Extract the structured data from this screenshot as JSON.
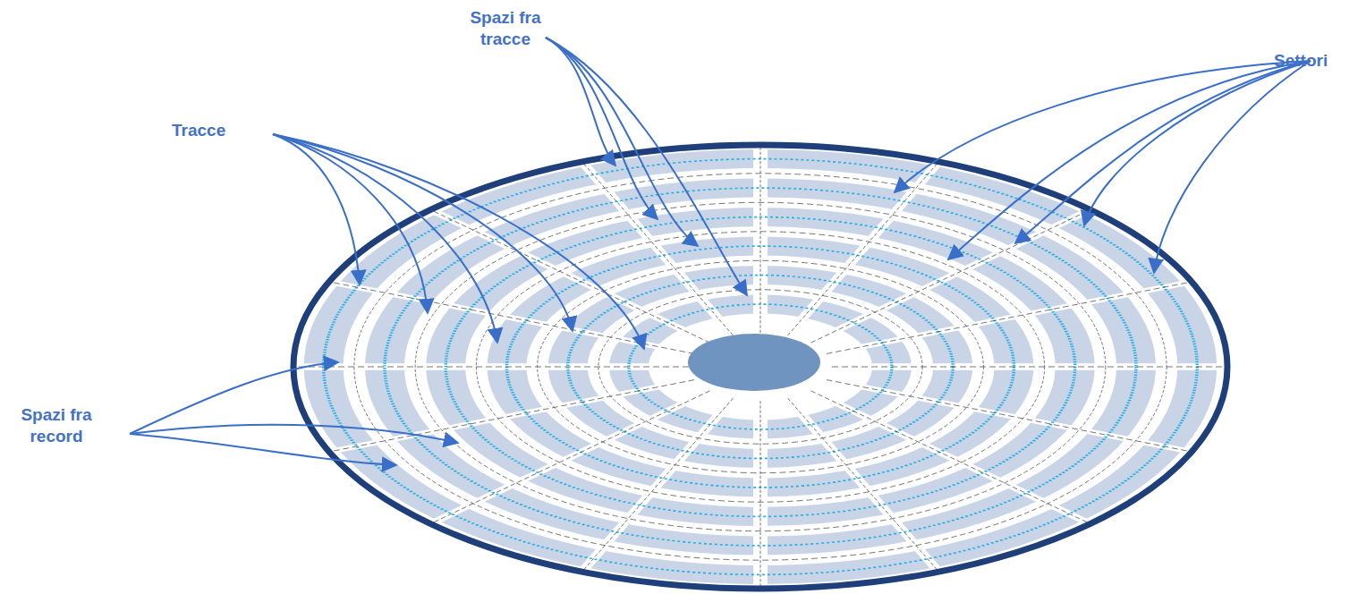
{
  "diagram": {
    "labels": [
      "Spazi fra tracce",
      "Settori",
      "Tracce",
      "Spazi fra record"
    ]
  }
}
